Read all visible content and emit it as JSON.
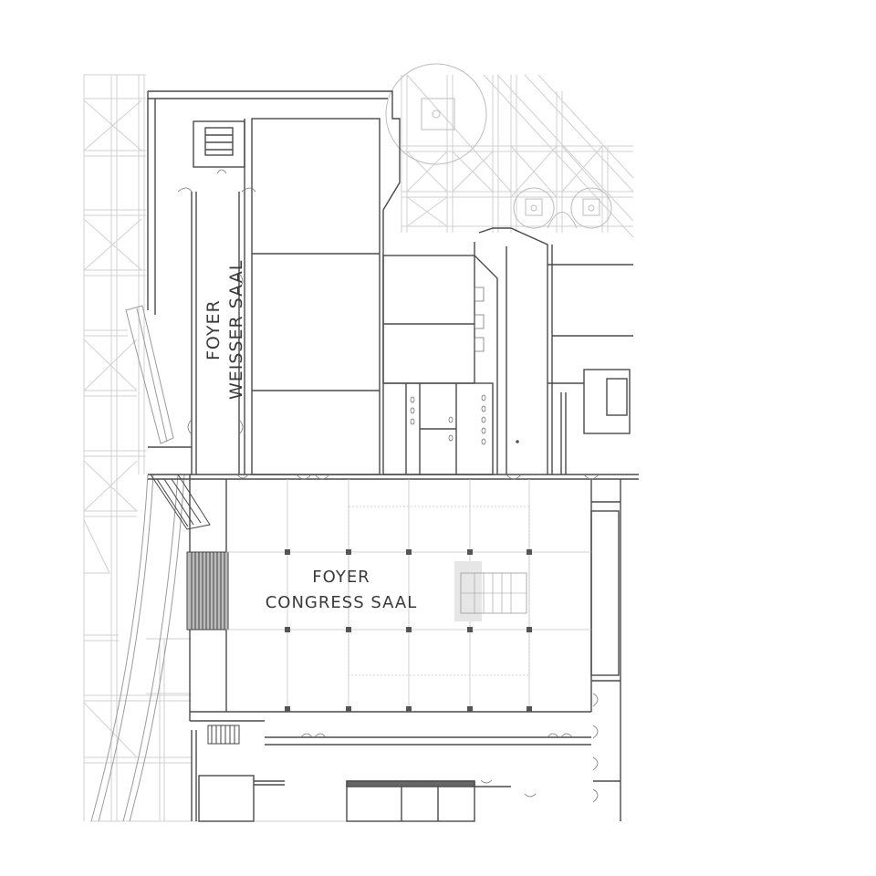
{
  "plan": {
    "colors": {
      "background": "#ffffff",
      "grid": "#cfcfcf",
      "wall": "#444444",
      "thin": "#8a8a8a",
      "label": "#3a3a3a",
      "stair_highlight": "#e8e8e8"
    },
    "rooms": {
      "foyer_weisser_saal": {
        "line1": "FOYER",
        "line2": "WEISSER SAAL"
      },
      "foyer_congress_saal": {
        "line1": "FOYER",
        "line2": "CONGRESS SAAL"
      }
    }
  }
}
